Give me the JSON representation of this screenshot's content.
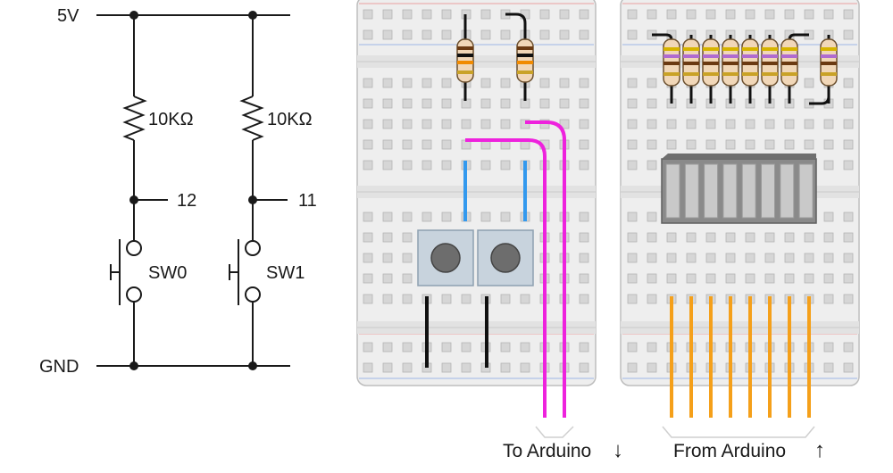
{
  "schematic": {
    "vcc_label": "5V",
    "gnd_label": "GND",
    "resistor_left": "10KΩ",
    "resistor_right": "10KΩ",
    "pin_left": "12",
    "pin_right": "11",
    "switch_left": "SW0",
    "switch_right": "SW1"
  },
  "breadboard": {
    "left_caption": "To Arduino",
    "right_caption": "From Arduino",
    "left_arrow": "↓",
    "right_arrow": "↑"
  },
  "colors": {
    "board": "#eeeeee",
    "hole": "#d6d6d6",
    "wire_magenta": "#ee22dd",
    "wire_blue": "#3399ee",
    "wire_orange": "#f5a01a",
    "wire_black": "#111111",
    "led_bar": "#888888",
    "button_body": "#c8d3dd"
  }
}
